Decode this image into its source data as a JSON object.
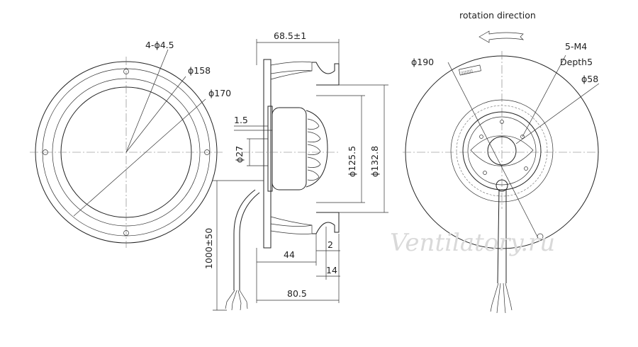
{
  "front_view": {
    "holes_label": "4-ϕ4.5",
    "inner_dia_label": "ϕ158",
    "outer_dia_label": "ϕ170"
  },
  "side_view": {
    "depth_label": "68.5±1",
    "flange_label": "1.5",
    "shaft_label": "ϕ27",
    "mount_dia_label": "ϕ125.5",
    "outer_dia_label": "ϕ132.8",
    "cable_length_label": "1000±50",
    "offset_44_label": "44",
    "offset_2_label": "2",
    "offset_14_label": "14",
    "total_depth_label": "80.5"
  },
  "rear_view": {
    "rotation_label": "rotation direction",
    "impeller_dia_label": "ϕ190",
    "thread_label": "5-M4",
    "thread_depth_label": "Depth5",
    "hub_dia_label": "ϕ58"
  },
  "watermark": "Ventilatory.ru"
}
